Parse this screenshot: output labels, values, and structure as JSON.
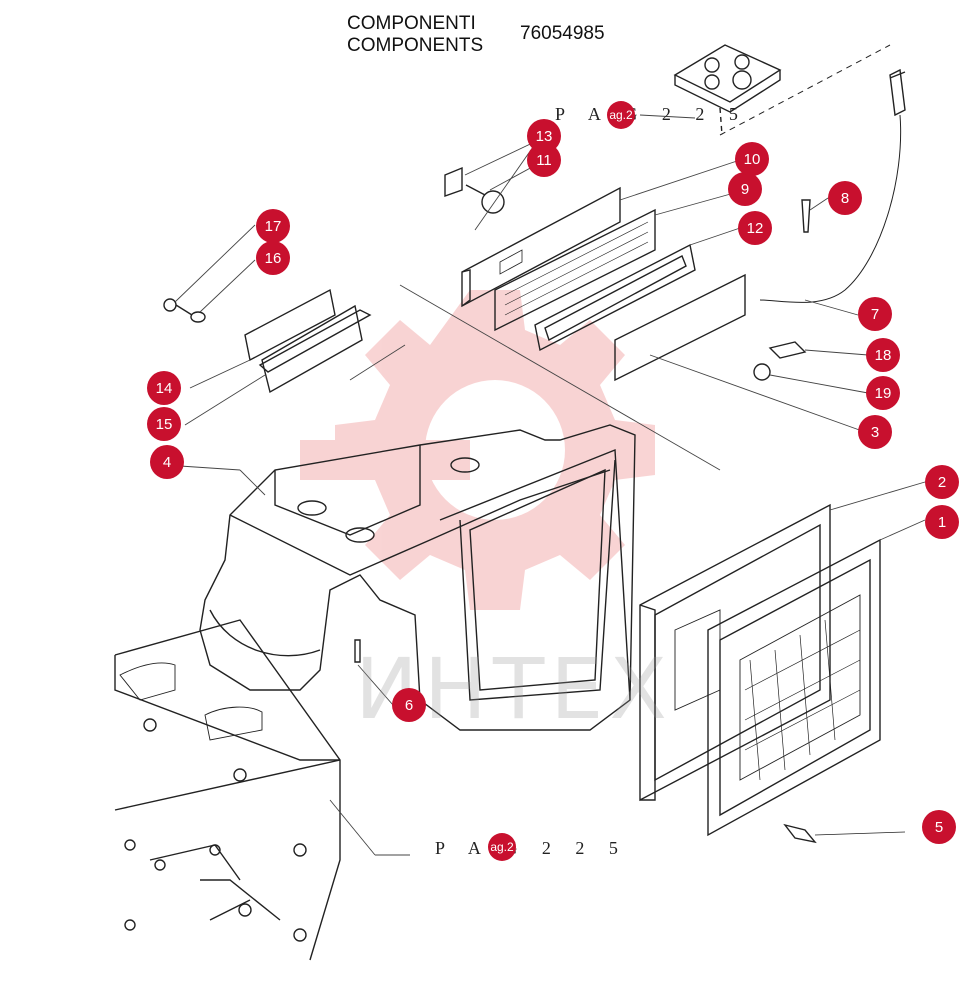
{
  "header": {
    "title_it": "COMPONENTI",
    "title_en": "COMPONENTS",
    "part_code": "76054985"
  },
  "page_refs": [
    {
      "text": "P A G 2 2 5",
      "badge": "ag.2"
    },
    {
      "text": "P A G 2 2 5",
      "badge": "ag.2"
    }
  ],
  "watermark": "ИНТЕХ",
  "callouts": [
    "1",
    "2",
    "3",
    "4",
    "5",
    "6",
    "7",
    "8",
    "9",
    "10",
    "11",
    "12",
    "13",
    "14",
    "15",
    "16",
    "17",
    "18",
    "19"
  ],
  "colors": {
    "callout": "#c8102e",
    "line": "#222222",
    "watermark": "#e43a3a"
  }
}
